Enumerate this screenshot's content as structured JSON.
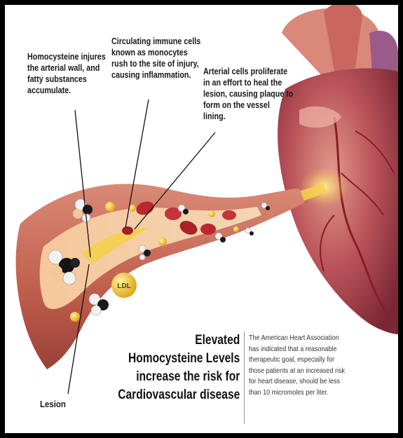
{
  "annotations": {
    "homocysteine": "Homocysteine injures the arterial wall, and fatty substances accumulate.",
    "immune_cells": "Circulating immune cells known as monocytes rush to the site of injury, causing inflammation.",
    "arterial_cells": "Arterial cells proliferate in an effort to heal the lesion, causing plaque to form on the vessel lining.",
    "lesion": "Lesion",
    "ldl": "LDL"
  },
  "headline": {
    "line1": "Elevated",
    "line2": "Homocysteine Levels",
    "line3": "increase the risk for",
    "line4": "Cardiovascular disease"
  },
  "aha_note": "The American Heart Association has indicated that a reasonable therapeutic goal, especially for those patients at an increased risk for heart disease, should be less than 10 micromoles per liter.",
  "colors": {
    "vessel": "#c26a5c",
    "vessel_inner": "#f0b07a",
    "heart": "#b04a50",
    "fat": "#f2c230",
    "red_cell": "#b8282e"
  }
}
